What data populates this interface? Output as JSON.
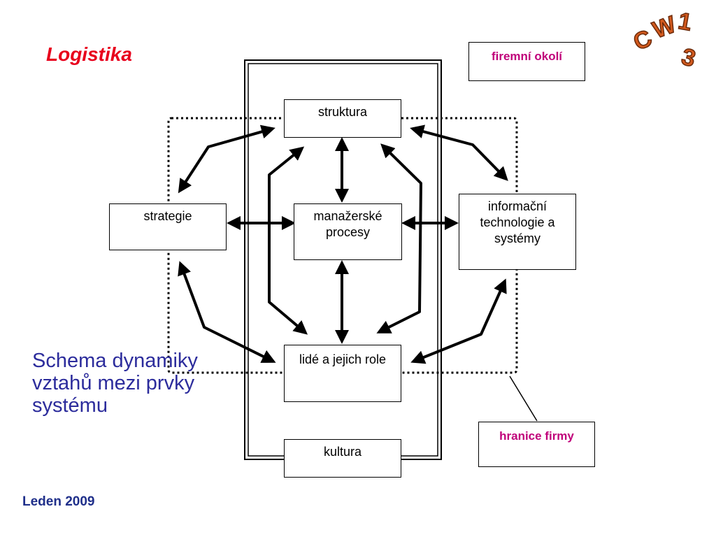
{
  "header": {
    "title": "Logistika"
  },
  "labels": {
    "environment": "firemní okolí",
    "boundary": "hranice firmy"
  },
  "nodes": {
    "struktura": "struktura",
    "strategie": "strategie",
    "procesy": "manažerské procesy",
    "informacni": "informační technologie a systémy",
    "lide": "lidé a jejich role",
    "kultura": "kultura"
  },
  "caption": "Schema dynamiky vztahů mezi prvky systému",
  "footer": "Leden 2009",
  "logo": {
    "letters": [
      "C",
      "W",
      "1",
      "3"
    ]
  },
  "colors": {
    "title": "#e8001c",
    "callout": "#c0007a",
    "caption": "#2c2c9c",
    "logo": "#d35a1e"
  }
}
